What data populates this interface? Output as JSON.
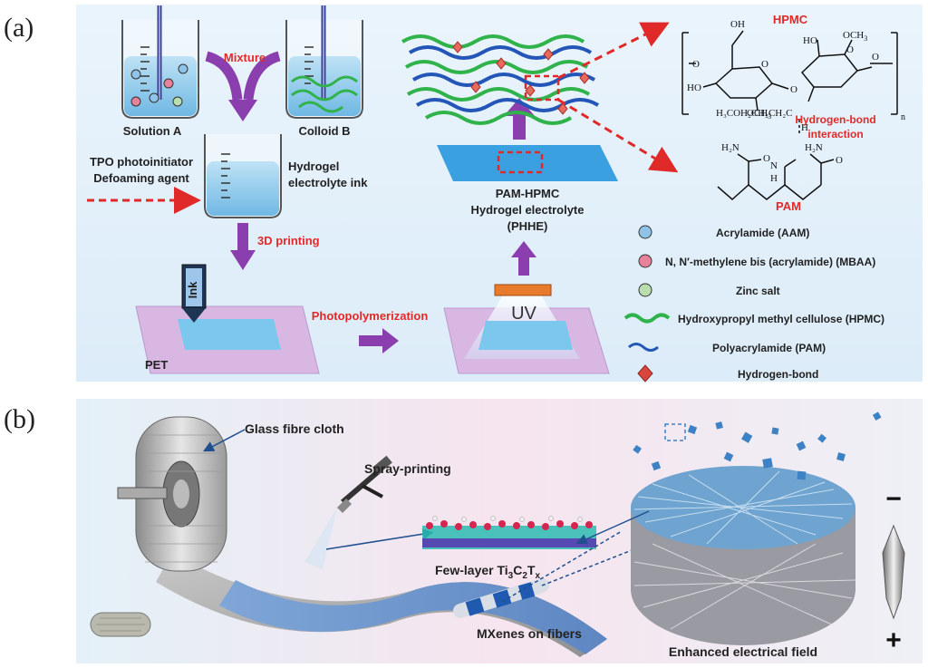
{
  "panel_a": {
    "letter": "(a)",
    "solution_a": "Solution A",
    "colloid_b": "Colloid B",
    "mixture": "Mixture",
    "tpo_line1": "TPO photoinitiator",
    "tpo_line2": "Defoaming agent",
    "ink_line1": "Hydrogel",
    "ink_line2": "electrolyte ink",
    "printing": "3D printing",
    "ink_label": "Ink",
    "pet": "PET",
    "photopolymerization": "Photopolymerization",
    "uv": "UV",
    "phhe_line1": "PAM-HPMC",
    "phhe_line2": "Hydrogel electrolyte",
    "phhe_line3": "(PHHE)",
    "chem": {
      "hpmc": "HPMC",
      "pam": "PAM",
      "hbond_line1": "Hydrogen-bond",
      "hbond_line2": "interaction",
      "oh": "OH",
      "ho1": "HO",
      "ho2": "HO",
      "och3_1": "OCH",
      "och3_2": "OCH",
      "sub3": "3",
      "o1": "O",
      "o2": "O",
      "o3": "O",
      "o4": "O",
      "o5": "O",
      "side_chain": "H₃COH₂CH₂CH₂C",
      "n_sub": "n",
      "h1": "H",
      "h2": "H",
      "n1": "N",
      "h2n_1": "H₂N",
      "h2n_2": "H₂N",
      "o_pam": "O",
      "o_pam2": "O"
    },
    "legend": [
      {
        "label": "Acrylamide (AAM)",
        "color": "#8fc3e8"
      },
      {
        "label": "N, N′-methylene bis (acrylamide)  (MBAA)",
        "color": "#e8829a"
      },
      {
        "label": "Zinc salt",
        "color": "#b9dfae"
      },
      {
        "label": "Hydroxypropyl methyl cellulose (HPMC)",
        "color": "#2fb34a"
      },
      {
        "label": "Polyacrylamide (PAM)",
        "color": "#2456b8"
      },
      {
        "label": "Hydrogen-bond",
        "color": "#d9463b"
      }
    ]
  },
  "panel_b": {
    "letter": "(b)",
    "glass_fibre": "Glass fibre cloth",
    "spray": "Spray-printing",
    "few_layer": "Few-layer Ti",
    "ti_sub3": "3",
    "ti_c": "C",
    "ti_sub2": "2",
    "ti_t": "T",
    "ti_subx": "x",
    "mxenes": "MXenes on fibers",
    "enhanced": "Enhanced electrical field",
    "minus": "−",
    "plus": "+"
  }
}
